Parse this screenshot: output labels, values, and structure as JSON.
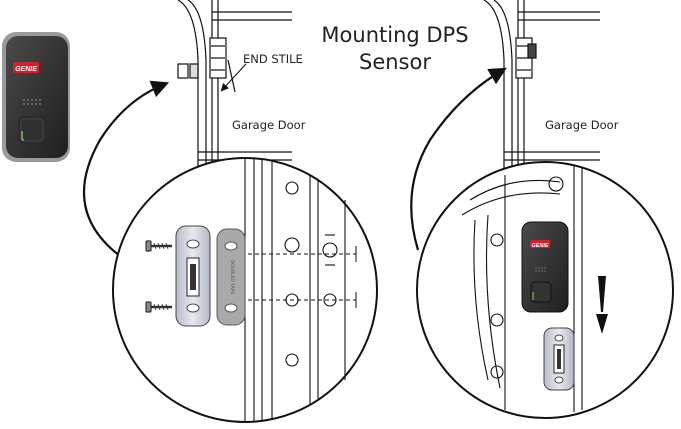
{
  "title": {
    "line1": "Mounting DPS",
    "line2": "Sensor"
  },
  "labels": {
    "end_stile": "END STILE",
    "garage_door_left": "Garage Door",
    "garage_door_right": "Garage Door",
    "device_brand": "GENIE",
    "tape_text": "DOUBLED TAPE"
  },
  "colors": {
    "line": "#111111",
    "device_body": "#2b2b2b",
    "brand_badge": "#d4202a",
    "indicator": "#6aa14e",
    "bracket": "#c9ccd6",
    "tape": "#a9a9a9"
  }
}
